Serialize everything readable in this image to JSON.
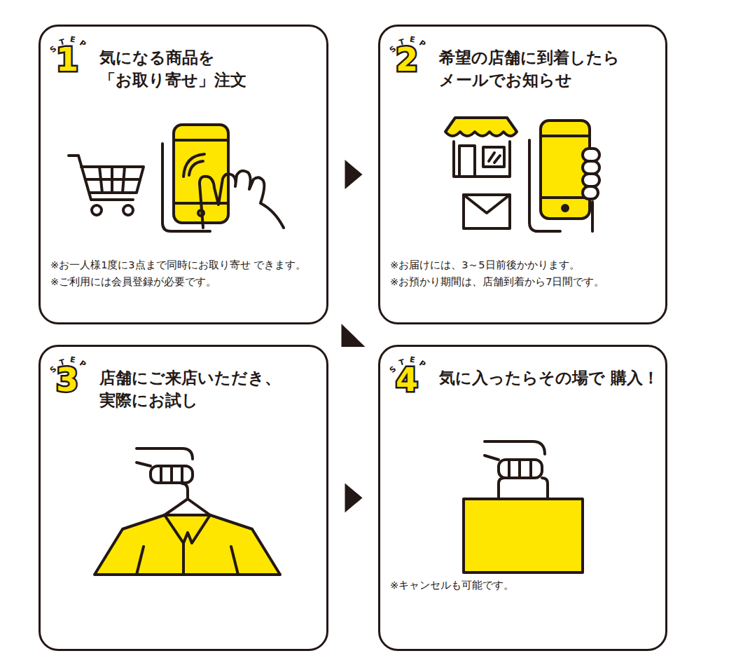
{
  "diagram": {
    "nodes": [
      {
        "text": [
          "STEP",
          "1",
          "気になる商品を 「お取り寄せ」注文",
          "※お一人様1度に3点まで同時にお取り寄せ できます。",
          "※ご利用には会員登録が必要です。"
        ]
      },
      {
        "text": [
          "STEP",
          "2",
          "希望の店舗に到着したら メールでお知らせ",
          "※お届けには、3～5日前後かかります。",
          "※お預かり期間は、店舗到着から7日間です。"
        ]
      },
      {
        "text": [
          "STEP",
          "3",
          "店舗にご来店いただき、 実際にお試し"
        ]
      },
      {
        "text": [
          "STEP",
          "4",
          "気に入ったらその場で 購入！",
          "※キャンセルも可能です。"
        ]
      }
    ],
    "edges": [
      {
        "from": 0,
        "to": 1,
        "arrow": "to"
      },
      {
        "from": 1,
        "to": 2,
        "arrow": "to"
      },
      {
        "from": 2,
        "to": 3,
        "arrow": "to"
      }
    ]
  }
}
